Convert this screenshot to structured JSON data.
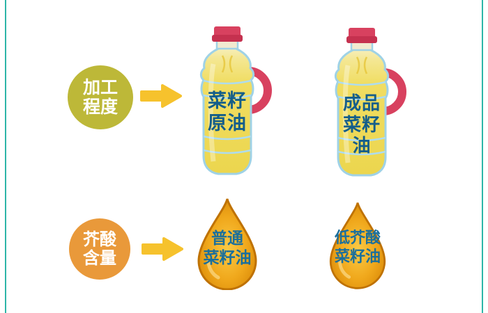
{
  "colors": {
    "background": "#ffffff",
    "edge_line": "#2db5a8",
    "badge_processing": "#bdb838",
    "badge_erucic": "#e9993a",
    "arrow": "#f6c22d",
    "bottle_label_text": "#145e8a",
    "droplet_label_text": "#1b6f9c",
    "bottle_cap": "#d8415f",
    "oil_yellow": "#f0dd62",
    "droplet_amber": "#f0a81c"
  },
  "rows": [
    {
      "badge": {
        "label": "加工程度",
        "lines": [
          "加工",
          "程度"
        ]
      },
      "items": [
        {
          "label": "菜籽原油",
          "lines": [
            "菜籽",
            "原油"
          ],
          "icon": "oil-bottle-icon"
        },
        {
          "label": "成品菜籽油",
          "lines": [
            "成品",
            "菜籽",
            "油"
          ],
          "icon": "oil-bottle-icon"
        }
      ]
    },
    {
      "badge": {
        "label": "芥酸含量",
        "lines": [
          "芥酸",
          "含量"
        ]
      },
      "items": [
        {
          "label": "普通菜籽油",
          "lines": [
            "普通",
            "菜籽油"
          ],
          "icon": "oil-droplet-icon"
        },
        {
          "label": "低芥酸菜籽油",
          "lines": [
            "低芥酸",
            "菜籽油"
          ],
          "icon": "oil-droplet-icon"
        }
      ]
    }
  ]
}
